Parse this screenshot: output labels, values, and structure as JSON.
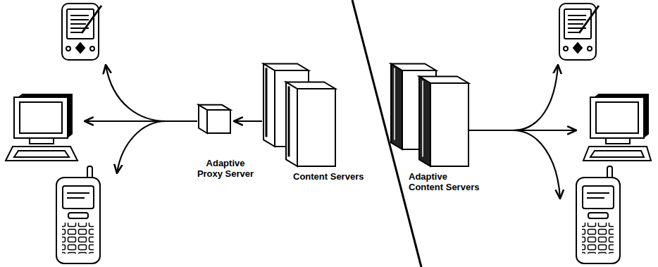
{
  "diagram": {
    "nodes": [
      {
        "text": [
          "Adaptive Proxy Server"
        ]
      },
      {
        "text": [
          "Content Servers"
        ]
      },
      {
        "text": [
          "Adaptive Content Servers"
        ]
      }
    ],
    "edges": [
      {
        "from": 1,
        "to": 0,
        "arrow": "to"
      }
    ]
  }
}
